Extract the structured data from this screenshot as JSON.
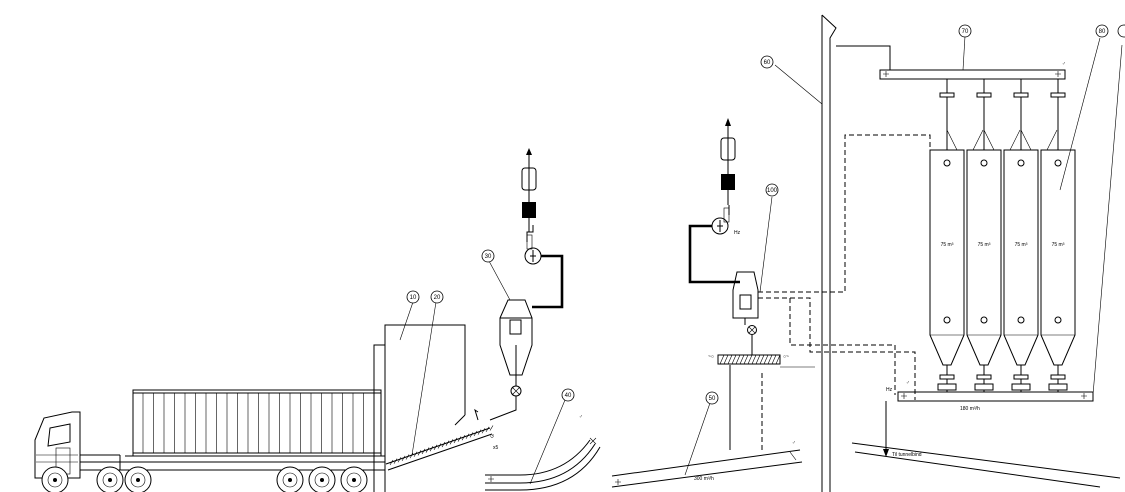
{
  "tags": {
    "t10": "10",
    "t20": "20",
    "t30": "30",
    "t40": "40",
    "t50": "50",
    "t60": "60",
    "t70": "70",
    "t80": "80",
    "t100": "100"
  },
  "silos": {
    "volume_1": "75 m³",
    "volume_2": "75 m³",
    "volume_3": "75 m³",
    "volume_4": "75 m³"
  },
  "labels": {
    "x5": "x5",
    "conveyor_50_capacity": "300 m³/h",
    "conveyor_bottom_capacity": "180 m³/h",
    "tunnel": "Til tunnelbind",
    "hz_1": "Hz",
    "hz_2": "Hz"
  }
}
